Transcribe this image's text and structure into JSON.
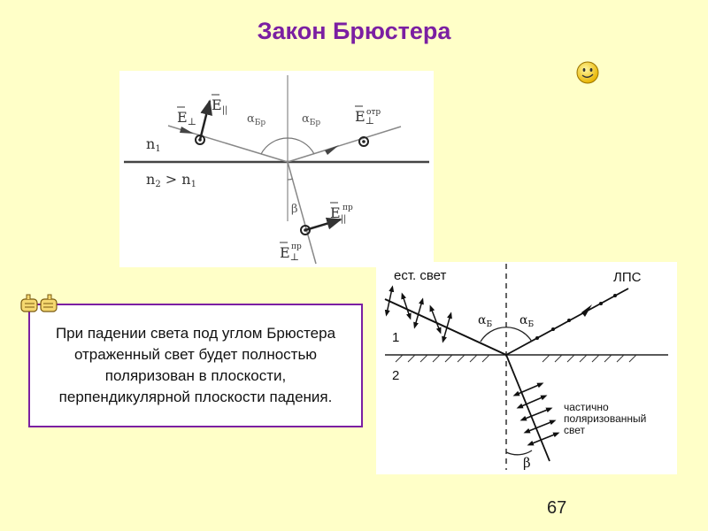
{
  "title": "Закон Брюстера",
  "page_number": "67",
  "note_text": "При падении света под углом Брюстера отраженный свет будет полностью поляризован в плоскости, перпендикулярной плоскости падения.",
  "figure1": {
    "n1": "n",
    "n1_sub": "1",
    "n2_cond": "n",
    "n2_sub": "2",
    "n2_gt": " > n",
    "n2_gt_sub": "1",
    "alpha_symbol": "α",
    "alpha_sub": "Бр",
    "beta": "β",
    "E": "E",
    "perp": "⊥",
    "par": "||",
    "otr": "отр",
    "pr": "пр"
  },
  "figure2": {
    "natural_light": "ест. свет",
    "lps": "ЛПС",
    "medium1": "1",
    "medium2": "2",
    "alpha_symbol": "α",
    "alpha_sub": "Б",
    "beta": "β",
    "partial_line1": "частично",
    "partial_line2": "поляризованный",
    "partial_line3": "свет"
  },
  "colors": {
    "background": "#ffffc8",
    "title": "#7b1fa2",
    "border": "#7b1fa2"
  },
  "icons": [
    "smiley-icon",
    "pointing-hands-icon"
  ]
}
